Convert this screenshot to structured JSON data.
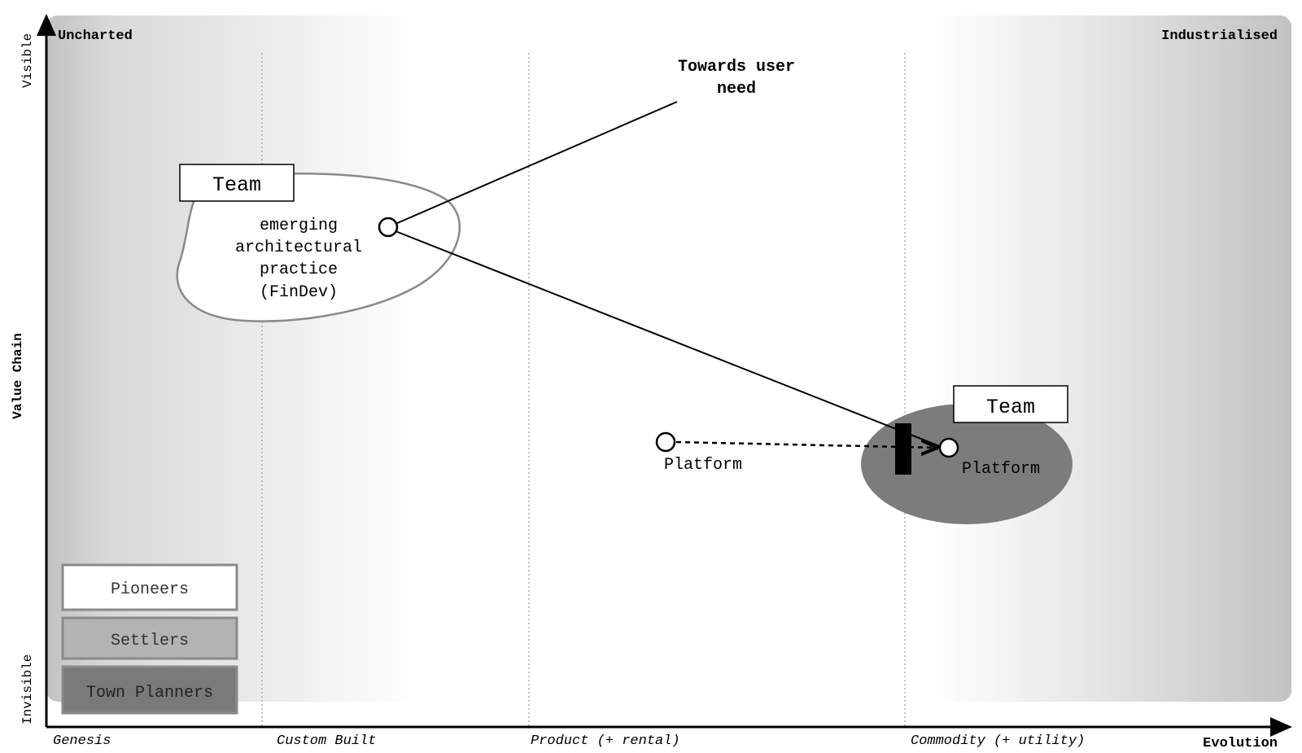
{
  "axes": {
    "y_top": "Visible",
    "y_mid": "Value Chain",
    "y_bottom": "Invisible",
    "x_end": "Evolution"
  },
  "regions": {
    "left": "Uncharted",
    "right": "Industrialised"
  },
  "stages": [
    "Genesis",
    "Custom Built",
    "Product (+ rental)",
    "Commodity (+ utility)"
  ],
  "annotation": [
    "Towards user",
    "need"
  ],
  "teams": [
    "Team",
    "Team"
  ],
  "components": {
    "practice": [
      "emerging",
      "architectural",
      "practice",
      "(FinDev)"
    ],
    "platform_source": "Platform",
    "platform_target": "Platform"
  },
  "legend": [
    "Pioneers",
    "Settlers",
    "Town Planners"
  ],
  "colors": {
    "pioneers": "#ffffff",
    "settlers": "#b3b3b3",
    "town_planners": "#7a7a7a",
    "inertia_bar": "#000000"
  }
}
